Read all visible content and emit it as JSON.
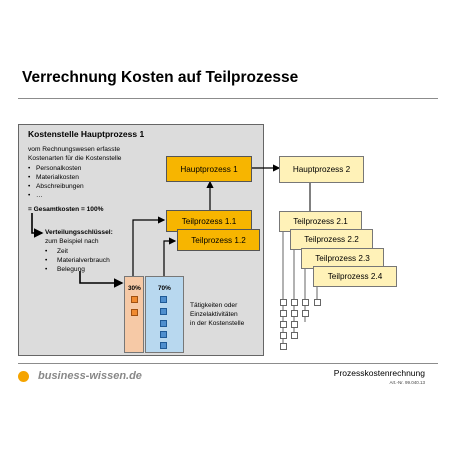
{
  "title": "Verrechnung Kosten auf Teilprozesse",
  "panel": {
    "title": "Kostenstelle Hauptprozess 1",
    "intro_lines": [
      "vom Rechnungswesen erfasste",
      "Kostenarten für die Kostenstelle"
    ],
    "cost_types": [
      "Personalkosten",
      "Materialkosten",
      "Abschreibungen",
      "…"
    ],
    "total": "= Gesamtkosten = 100%",
    "key_title": "Verteilungsschlüssel:",
    "key_intro": "zum Beispiel nach",
    "key_items": [
      "Zeit",
      "Materialverbrauch",
      "Belegung"
    ],
    "pct_left": "30%",
    "pct_right": "70%",
    "activities": [
      "Tätigkeiten oder",
      "Einzelaktivitäten",
      "in der Kostenstelle"
    ]
  },
  "left_processes": {
    "main": "Hauptprozess 1",
    "sub1": "Teilprozess 1.1",
    "sub2": "Teilprozess 1.2"
  },
  "right_processes": {
    "main": "Hauptprozess 2",
    "subs": [
      "Teilprozess 2.1",
      "Teilprozess 2.2",
      "Teilprozess 2.3",
      "Teilprozess 2.4"
    ]
  },
  "footer": {
    "brand": "business-wissen.de",
    "right_title": "Prozesskostenrechnung",
    "article": "Art.-Nr. 99.040.13"
  },
  "colors": {
    "dark_box": "#f7b500",
    "light_box": "#fff2b8",
    "orange_col": "#f6c9a6",
    "blue_col": "#b8d8ef",
    "panel_bg": "#dcdcdc",
    "brand_dot": "#f5a400"
  }
}
